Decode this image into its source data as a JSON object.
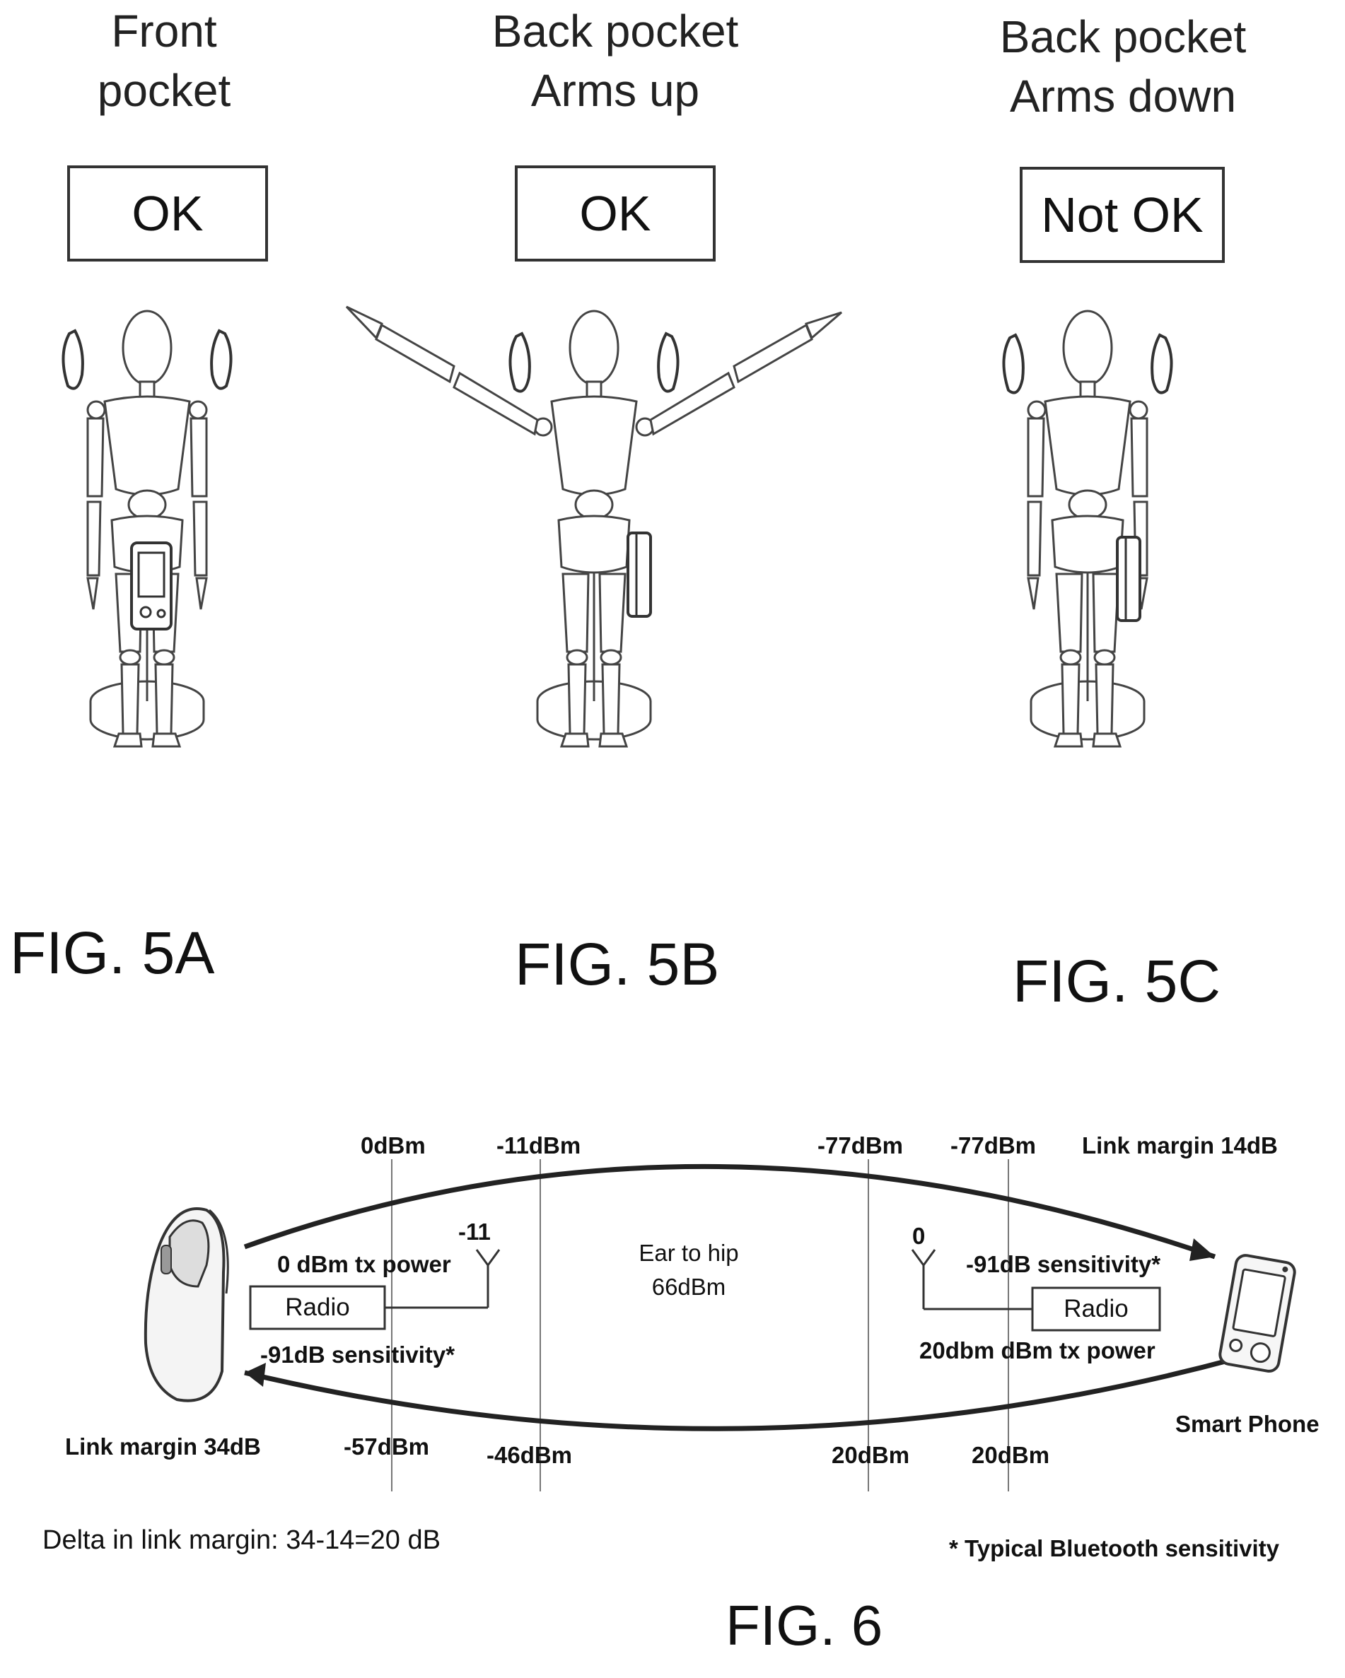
{
  "fig5": {
    "panels": [
      {
        "heading_1": "Front",
        "heading_2": "pocket",
        "status": "OK",
        "caption": "FIG. 5A"
      },
      {
        "heading_1": "Back pocket",
        "heading_2": "Arms up",
        "status": "OK",
        "caption": "FIG. 5B"
      },
      {
        "heading_1": "Back pocket",
        "heading_2": "Arms down",
        "status": "Not OK",
        "caption": "FIG. 5C"
      }
    ]
  },
  "fig6": {
    "top_levels": [
      "0dBm",
      "-11dBm",
      "-77dBm",
      "-77dBm"
    ],
    "top_link_margin": "Link margin 14dB",
    "bottom_levels": [
      "-57dBm",
      "-46dBm",
      "20dBm",
      "20dBm"
    ],
    "bottom_link_margin": "Link margin 34dB",
    "left_radio": {
      "antenna_value": "-11",
      "tx_power": "0 dBm tx power",
      "label": "Radio",
      "sensitivity": "-91dB sensitivity*"
    },
    "middle": {
      "line_1": "Ear to hip",
      "line_2": "66dBm"
    },
    "right_radio": {
      "antenna_value": "0",
      "sensitivity": "-91dB sensitivity*",
      "label": "Radio",
      "tx_power": "20dbm dBm tx power"
    },
    "device_label": "Smart Phone",
    "delta_text": "Delta in link margin: 34-14=20 dB",
    "footnote": "* Typical Bluetooth sensitivity",
    "caption": "FIG. 6"
  }
}
